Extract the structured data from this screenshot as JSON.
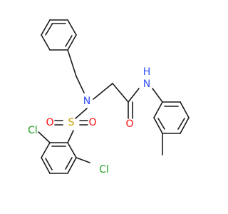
{
  "molecule": {
    "colors": {
      "bond": "#1a1a1a",
      "nitrogen": "#3050f8",
      "oxygen": "#ff0d0d",
      "sulfur": "#c8a000",
      "chlorine": "#1fa01f",
      "carbon": "#1a1a1a",
      "background": "#ffffff"
    },
    "atoms": [
      {
        "id": "N1",
        "label": "N"
      },
      {
        "id": "N2",
        "label": "N"
      },
      {
        "id": "H2",
        "label": "H"
      },
      {
        "id": "O1",
        "label": "O"
      },
      {
        "id": "S1",
        "label": "S"
      },
      {
        "id": "O2",
        "label": "O"
      },
      {
        "id": "O3",
        "label": "O"
      },
      {
        "id": "CL1",
        "label": "Cl"
      },
      {
        "id": "CL2",
        "label": "Cl"
      }
    ]
  }
}
